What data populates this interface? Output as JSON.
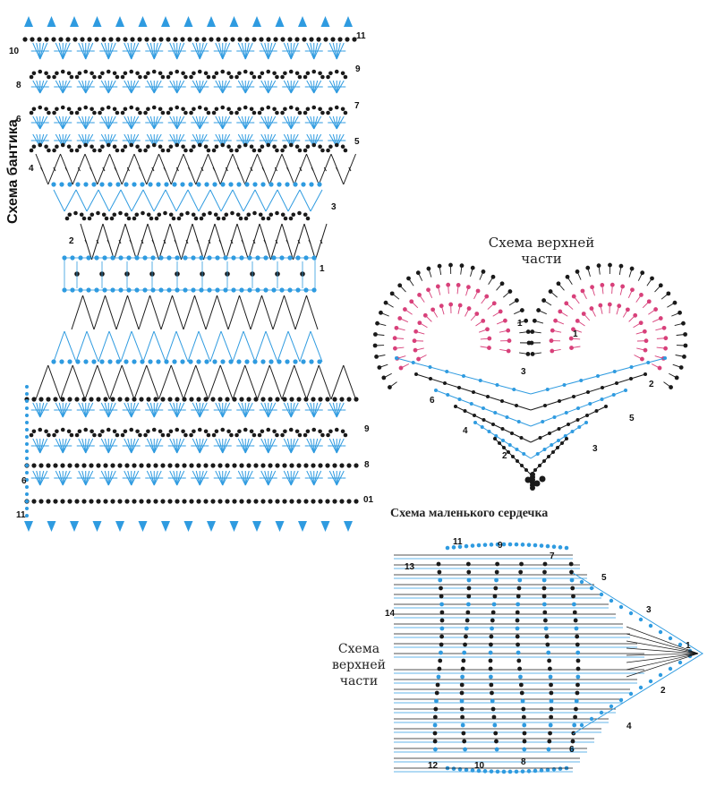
{
  "labels": {
    "bow_scheme": "Схема бантика",
    "top_part_line1": "Схема верхней",
    "top_part_line2": "части",
    "small_heart": "Схема маленького сердечка",
    "side_top_line1": "Схема",
    "side_top_line2": "верхней",
    "side_top_line3": "части"
  },
  "row_numbers": {
    "bow_top_right": [
      "11",
      "9",
      "7",
      "5",
      "3",
      "1"
    ],
    "bow_top_left": [
      "10",
      "8",
      "6",
      "4",
      "2"
    ],
    "bow_bottom_right": [
      "9",
      "8",
      "01"
    ],
    "bow_bottom_left": [
      "6",
      "11"
    ],
    "heart": [
      "1",
      "2",
      "3",
      "4",
      "5",
      "6",
      "1",
      "2",
      "3"
    ],
    "small_heart_top": [
      "13",
      "11",
      "9",
      "7",
      "5",
      "3",
      "1"
    ],
    "small_heart_bottom": [
      "14",
      "12",
      "10",
      "8",
      "6",
      "4",
      "2"
    ]
  },
  "colors": {
    "black": "#1a1a1a",
    "blue": "#2f9be0",
    "pink": "#d8407a"
  }
}
